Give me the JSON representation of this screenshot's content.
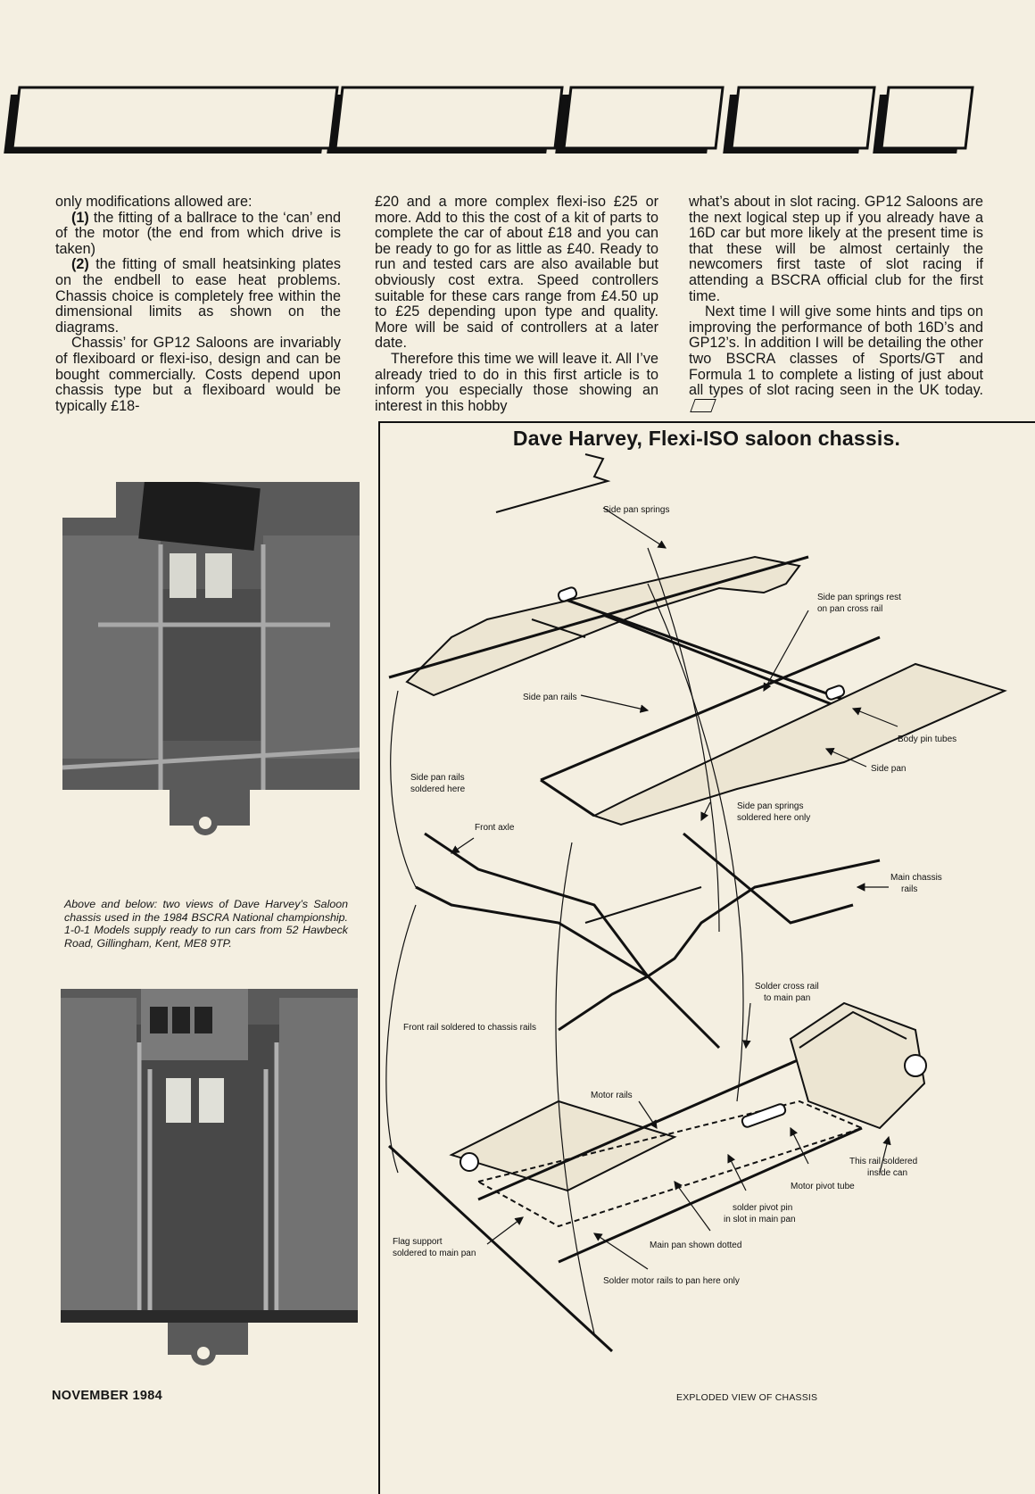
{
  "col1": {
    "p1": "only modifications allowed are:",
    "p2_num": "(1)",
    "p2": " the fitting of a ballrace to the ‘can’ end of the motor (the end from which drive is taken)",
    "p3_num": "(2)",
    "p3": " the fitting of small heatsinking plates on the endbell to ease heat problems. Chassis choice is completely free within the dimensional limits as shown on the diagrams.",
    "p4": "Chassis’ for GP12 Saloons are invariably of flexiboard or flexi-iso, design and can be bought commercially. Costs depend upon chassis type but a flexiboard would be typically £18-"
  },
  "col2": {
    "p1": "£20 and a more complex flexi-iso £25 or more. Add to this the cost of a kit of parts to complete the car of about £18 and you can be ready to go for as little as £40. Ready to run and tested cars are also available but obviously cost extra. Speed controllers suitable for these cars range from £4.50 up to £25 depending upon type and quality. More will be said of controllers at a later date.",
    "p2": "Therefore this time we will leave it. All I’ve already tried to do in this first article is to inform you especially those showing an interest in this hobby"
  },
  "col3": {
    "p1": "what’s about in slot racing. GP12 Saloons are the next logical step up if you already have a 16D car but more likely at the present time is that these will be almost certainly the newcomers first taste of slot racing if attending a BSCRA official club for the first time.",
    "p2": "Next time I will give some hints and tips on improving the performance of both 16D’s and GP12’s. In addition I will be detailing the other two BSCRA classes of Sports/GT and Formula 1 to complete a listing of just about all types of slot racing seen in the UK today."
  },
  "caption": "Above and below: two views of Dave Harvey’s Saloon chassis used in the 1984 BSCRA National championship. 1-0-1 Models supply ready to run cars from 52 Hawbeck Road, Gillingham, Kent, ME8 9TP.",
  "footer": "NOVEMBER 1984",
  "diagram": {
    "title": "Dave Harvey, Flexi-ISO saloon chassis.",
    "subcaption": "EXPLODED VIEW OF CHASSIS",
    "labels": {
      "side_pan_springs": "Side pan springs",
      "springs_rest_1": "Side pan springs rest",
      "springs_rest_2": "on pan cross rail",
      "side_pan_rails": "Side pan rails",
      "body_pin_tubes": "Body pin tubes",
      "side_pan": "Side pan",
      "rails_soldered_1": "Side pan rails",
      "rails_soldered_2": "soldered here",
      "front_axle": "Front axle",
      "springs_soldered_1": "Side pan springs",
      "springs_soldered_2": "soldered here only",
      "main_rails_1": "Main chassis",
      "main_rails_2": "rails",
      "cross_rail_1": "Solder cross rail",
      "cross_rail_2": "to main pan",
      "front_rail": "Front rail soldered to chassis rails",
      "motor_rails": "Motor rails",
      "rail_inside_can_1": "This rail soldered",
      "rail_inside_can_2": "inside can",
      "motor_pivot_tube": "Motor pivot tube",
      "pivot_pin_1": "solder pivot pin",
      "pivot_pin_2": "in slot in main pan",
      "flag_support_1": "Flag support",
      "flag_support_2": "soldered to main pan",
      "main_pan_dotted": "Main pan shown dotted",
      "solder_motor_rails": "Solder motor rails to pan here only"
    }
  }
}
